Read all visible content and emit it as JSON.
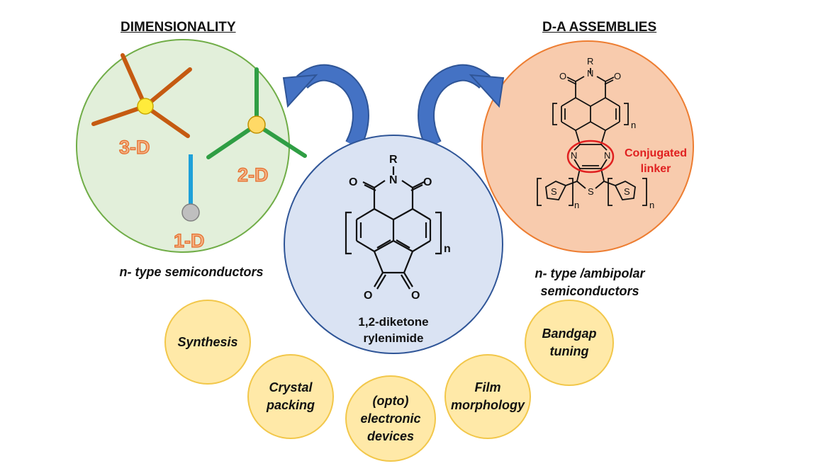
{
  "titles": {
    "left": "DIMENSIONALITY",
    "right": "D-A ASSEMBLIES"
  },
  "left_panel": {
    "labels": {
      "three_d": "3-D",
      "two_d": "2-D",
      "one_d": "1-D"
    },
    "caption": "n- type semiconductors"
  },
  "center_panel": {
    "name_line1": "1,2-diketone",
    "name_line2": "rylenimide",
    "atoms": {
      "R": "R",
      "N": "N",
      "O": "O",
      "n": "n"
    }
  },
  "right_panel": {
    "caption_line1": "n- type /ambipolar",
    "caption_line2": "semiconductors",
    "linker_line1": "Conjugated",
    "linker_line2": "linker",
    "atoms": {
      "R": "R",
      "N": "N",
      "O": "O",
      "S": "S",
      "n": "n"
    }
  },
  "applications": [
    {
      "line1": "Synthesis",
      "line2": "",
      "line3": ""
    },
    {
      "line1": "Crystal",
      "line2": "packing",
      "line3": ""
    },
    {
      "line1": "(opto)",
      "line2": "electronic",
      "line3": "devices"
    },
    {
      "line1": "Film",
      "line2": "morphology",
      "line3": ""
    },
    {
      "line1": "Bandgap",
      "line2": "tuning",
      "line3": ""
    }
  ],
  "colors": {
    "left_circle_fill": "#e2efda",
    "left_circle_stroke": "#70ad47",
    "center_circle_fill": "#dae3f3",
    "center_circle_stroke": "#2f5597",
    "right_circle_fill": "#f8cbad",
    "right_circle_stroke": "#ed7d31",
    "arrow": "#4472c4",
    "branch_3d": "#c55a11",
    "branch_2d": "#2f9e44",
    "branch_1d": "#1ea1d9",
    "bubble_fill": "#ffe9a8",
    "linker_highlight": "#e02020"
  }
}
